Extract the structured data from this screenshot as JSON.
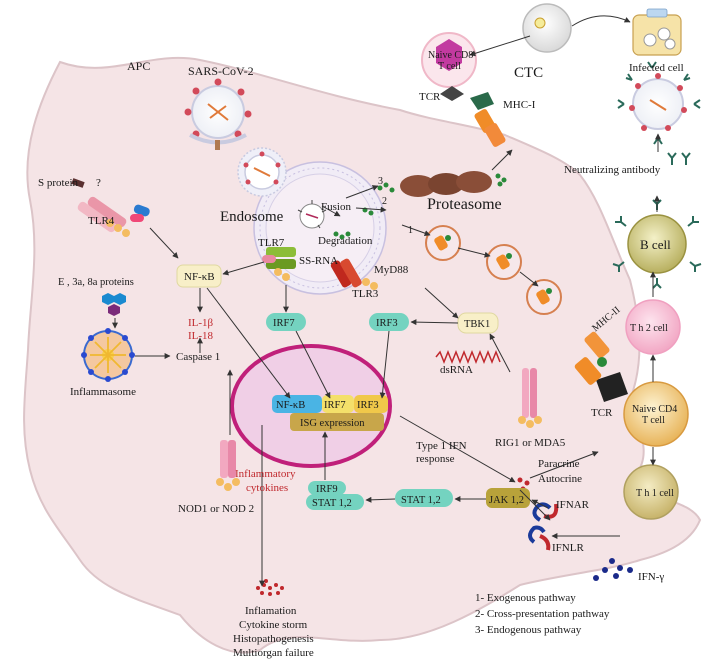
{
  "labels": {
    "apc": "APC",
    "sars": "SARS-CoV-2",
    "s_protein": "S protein",
    "question": "?",
    "tlr4": "TLR4",
    "endosome": "Endosome",
    "fusion": "Fusion",
    "degradation": "Degradation",
    "num3": "3",
    "num2": "2",
    "num1": "1",
    "proteasome": "Proteasome",
    "ctc": "CTC",
    "naive_cd8": "Naive CD8",
    "t_cell": "T cell",
    "tcr_top": "TCR",
    "mhc1": "MHC-I",
    "infected": "Infected cell",
    "neutralizing": "Neutralizing antibody",
    "bcell": "B cell",
    "th2": "T h 2 cell",
    "th1": "T h 1 cell",
    "naive_cd4": "Naive CD4",
    "t_cell2": "T cell",
    "mhc2": "MHC-II",
    "tcr_bottom": "TCR",
    "tlr7": "TLR7",
    "ssrna": "SS-RNA",
    "myd88": "MyD88",
    "tlr3": "TLR3",
    "nfkb": "NF-κB",
    "e_proteins": "E , 3a, 8a proteins",
    "il1b": "IL-1β",
    "il18": "IL-18",
    "irf7": "IRF7",
    "irf3": "IRF3",
    "tbk1": "TBK1",
    "dsrna": "dsRNA",
    "rig1": "RIG1 or MDA5",
    "inflammasome": "Inflammasome",
    "caspase": "Caspase 1",
    "nfkb_n": "NF-κB",
    "irf7_n": "IRF7",
    "irf3_n": "IRF3",
    "isg": "ISG expression",
    "type1_a": "Type 1 IFN",
    "type1_b": "response",
    "paracrine": "Paracrine",
    "autocrine": "Autocrine",
    "ifnar": "IFNAR",
    "ifnlr": "IFNLR",
    "ifng": "IFN-γ",
    "jak": "JAK 1,2",
    "stat_mid": "STAT 1,2",
    "irf9": "IRF9",
    "stat_left": "STAT 1,2",
    "nod": "NOD1 or NOD 2",
    "inflam_cyt_a": "Inflammatory",
    "inflam_cyt_b": "cytokines",
    "outcome_1": "Inflamation",
    "outcome_2": "Cytokine storm",
    "outcome_3": "Histopathogenesis",
    "outcome_4": "Multiorgan failure"
  },
  "legend": [
    "1- Exogenous pathway",
    "2- Cross-presentation pathway",
    "3- Endogenous pathway"
  ],
  "colors": {
    "cell": "#f5e4e6",
    "cell_edge": "#dcc4c8",
    "nucleus": "#f0cfe6",
    "nucleus_edge": "#c0207a",
    "pill_teal": "#74d3c0",
    "pill_yellow": "#f8efc8",
    "isg": "#c8a64a",
    "jak": "#b8a23a",
    "red_text": "#c0282d"
  }
}
